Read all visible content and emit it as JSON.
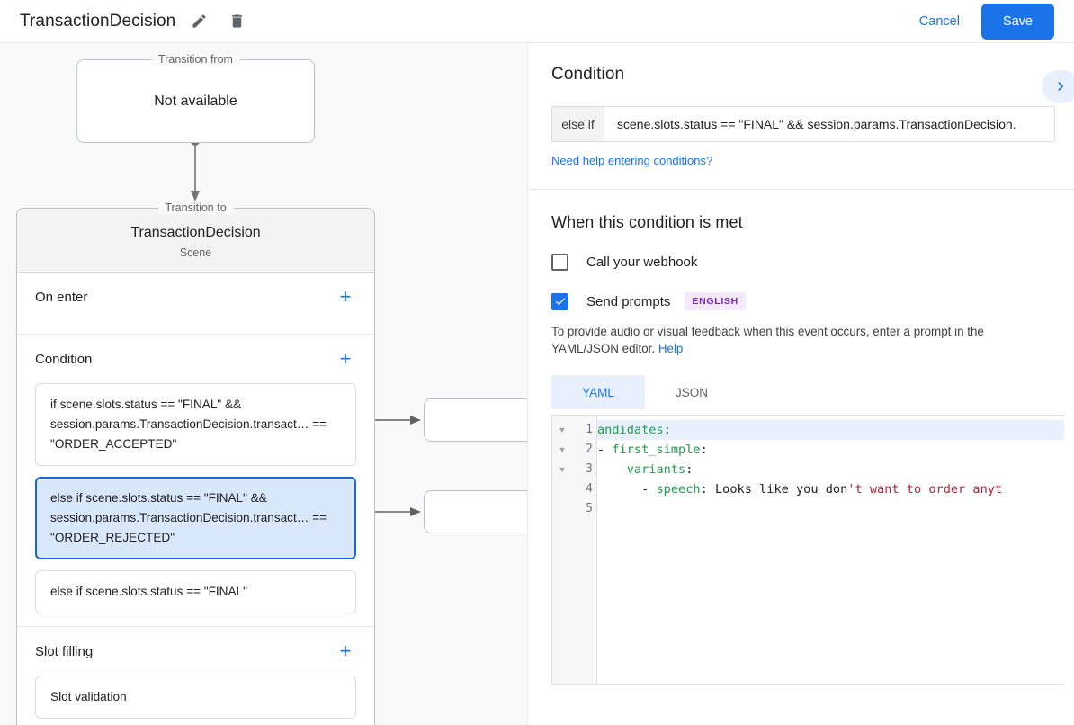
{
  "topbar": {
    "title": "TransactionDecision",
    "edit_icon": "pencil-icon",
    "delete_icon": "trash-icon",
    "cancel_label": "Cancel",
    "save_label": "Save"
  },
  "colors": {
    "accent": "#1a73e8",
    "selected_card_bg": "#d9e7fb",
    "selected_card_border": "#1967d2",
    "badge_bg": "#f3e8fd",
    "badge_text": "#7627bb",
    "canvas_bg": "#f8f9fa",
    "code_key": "#1e9d4b",
    "code_string": "#b3233b",
    "highlight_line": "#e8f0fe"
  },
  "canvas": {
    "transition_from": {
      "legend": "Transition from",
      "value": "Not available"
    },
    "transition_to": {
      "legend": "Transition to",
      "name": "TransactionDecision",
      "type": "Scene"
    },
    "sections": [
      {
        "label": "On enter",
        "add_label": "+",
        "items": []
      },
      {
        "label": "Condition",
        "add_label": "+",
        "items": [
          {
            "text": "if scene.slots.status == \"FINAL\" && session.params.TransactionDecision.transact… == \"ORDER_ACCEPTED\"",
            "selected": false
          },
          {
            "text": "else if scene.slots.status == \"FINAL\" && session.params.TransactionDecision.transact… == \"ORDER_REJECTED\"",
            "selected": true
          },
          {
            "text": "else if scene.slots.status == \"FINAL\"",
            "selected": false
          }
        ]
      },
      {
        "label": "Slot filling",
        "add_label": "+",
        "items": [
          {
            "text": "Slot validation",
            "selected": false
          }
        ]
      }
    ]
  },
  "right_panel": {
    "condition": {
      "title": "Condition",
      "collapse_icon": "chevron-right-icon",
      "prefix": "else if",
      "value": "scene.slots.status == \"FINAL\" && session.params.TransactionDecision.",
      "placeholder": "",
      "help_link": "Need help entering conditions?"
    },
    "when_met": {
      "title": "When this condition is met",
      "webhook": {
        "label": "Call your webhook",
        "checked": false
      },
      "prompts": {
        "label": "Send prompts",
        "checked": true,
        "badge": "ENGLISH"
      },
      "description_prefix": "To provide audio or visual feedback when this event occurs, enter a prompt in the YAML/JSON editor. ",
      "description_link": "Help"
    },
    "editor": {
      "tabs": [
        {
          "label": "YAML",
          "active": true
        },
        {
          "label": "JSON",
          "active": false
        }
      ],
      "line_numbers": [
        "1",
        "2",
        "3",
        "4",
        "5"
      ],
      "lines": [
        {
          "n": 1,
          "highlight": true,
          "segments": [
            {
              "t": "andidates",
              "c": "k"
            },
            {
              "t": ":",
              "c": "p"
            }
          ]
        },
        {
          "n": 2,
          "highlight": false,
          "segments": [
            {
              "t": "- ",
              "c": "p"
            },
            {
              "t": "first_simple",
              "c": "k"
            },
            {
              "t": ":",
              "c": "p"
            }
          ]
        },
        {
          "n": 3,
          "highlight": false,
          "segments": [
            {
              "t": "    ",
              "c": "p"
            },
            {
              "t": "variants",
              "c": "k"
            },
            {
              "t": ":",
              "c": "p"
            }
          ]
        },
        {
          "n": 4,
          "highlight": false,
          "segments": [
            {
              "t": "      - ",
              "c": "p"
            },
            {
              "t": "speech",
              "c": "k"
            },
            {
              "t": ": ",
              "c": "p"
            },
            {
              "t": "Looks like you don",
              "c": "p"
            },
            {
              "t": "'t want to order anyt",
              "c": "s"
            }
          ]
        },
        {
          "n": 5,
          "highlight": false,
          "segments": []
        }
      ]
    }
  }
}
